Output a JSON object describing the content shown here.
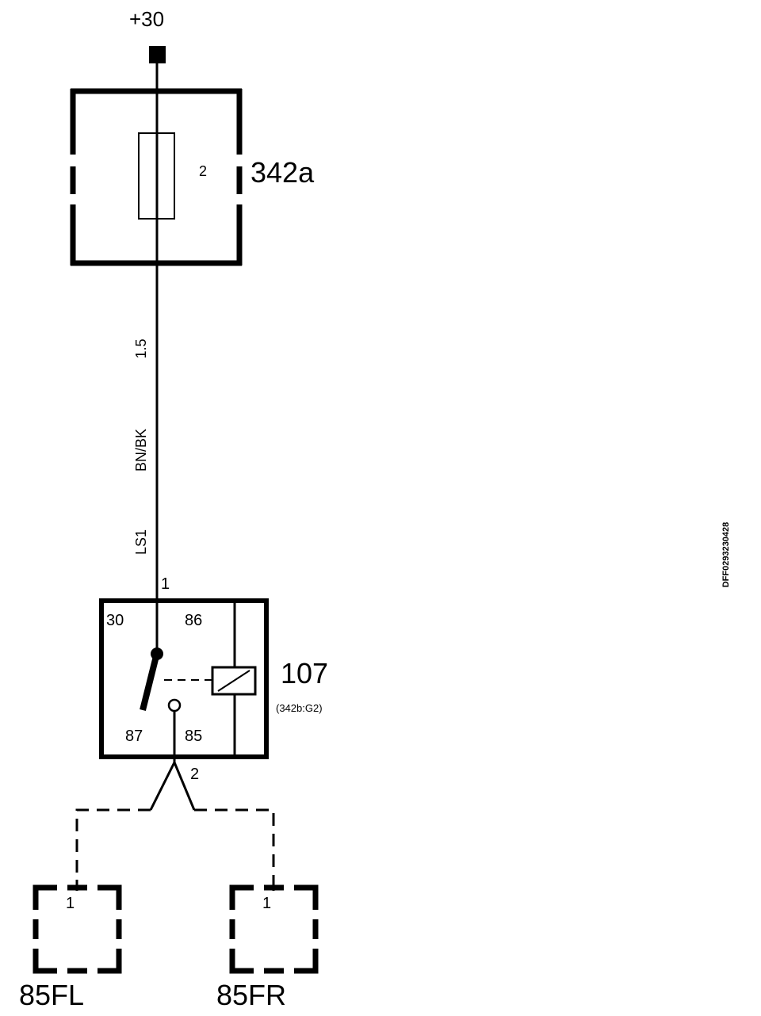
{
  "supply": {
    "label": "+30"
  },
  "fuse_box": {
    "id": "342a",
    "fuse_number": "2"
  },
  "wire": {
    "size": "1.5",
    "color": "BN/BK",
    "circuit": "LS1",
    "pin": "1"
  },
  "relay": {
    "id": "107",
    "location": "(342b:G2)",
    "pins": {
      "p30": "30",
      "p86": "86",
      "p87": "87",
      "p85": "85"
    },
    "output_pin": "2"
  },
  "connectors": [
    {
      "id": "85FL",
      "pin": "1"
    },
    {
      "id": "85FR",
      "pin": "1"
    }
  ],
  "drawing_code": "DFF0293230428"
}
